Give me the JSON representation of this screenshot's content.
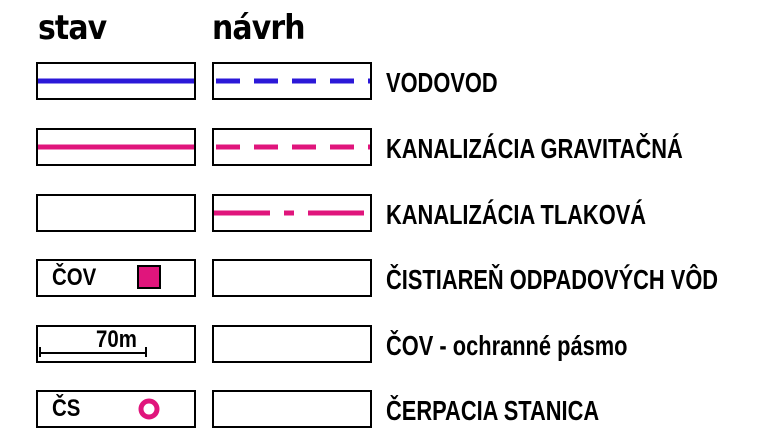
{
  "headers": {
    "existing": "stav",
    "proposed": "návrh"
  },
  "colors": {
    "water": "#2b18d8",
    "sewer": "#e0157c",
    "border": "#000000"
  },
  "rows": [
    {
      "label": "VODOVOD",
      "existing_symbol": "solid-blue-line",
      "proposed_symbol": "dashed-blue-line"
    },
    {
      "label": "KANALIZÁCIA GRAVITAČNÁ",
      "existing_symbol": "solid-magenta-line",
      "proposed_symbol": "dashed-magenta-line"
    },
    {
      "label": "KANALIZÁCIA TLAKOVÁ",
      "existing_symbol": "none",
      "proposed_symbol": "dash-dot-magenta-line"
    },
    {
      "label": "ČISTIAREŇ ODPADOVÝCH VÔD",
      "existing_symbol": "magenta-square",
      "existing_text": "ČOV",
      "proposed_symbol": "none"
    },
    {
      "label": "ČOV - ochranné pásmo",
      "existing_symbol": "scale-bar",
      "existing_text": "70m",
      "proposed_symbol": "none"
    },
    {
      "label": "ČERPACIA STANICA",
      "existing_symbol": "magenta-ring",
      "existing_text": "ČS",
      "proposed_symbol": "none"
    }
  ]
}
